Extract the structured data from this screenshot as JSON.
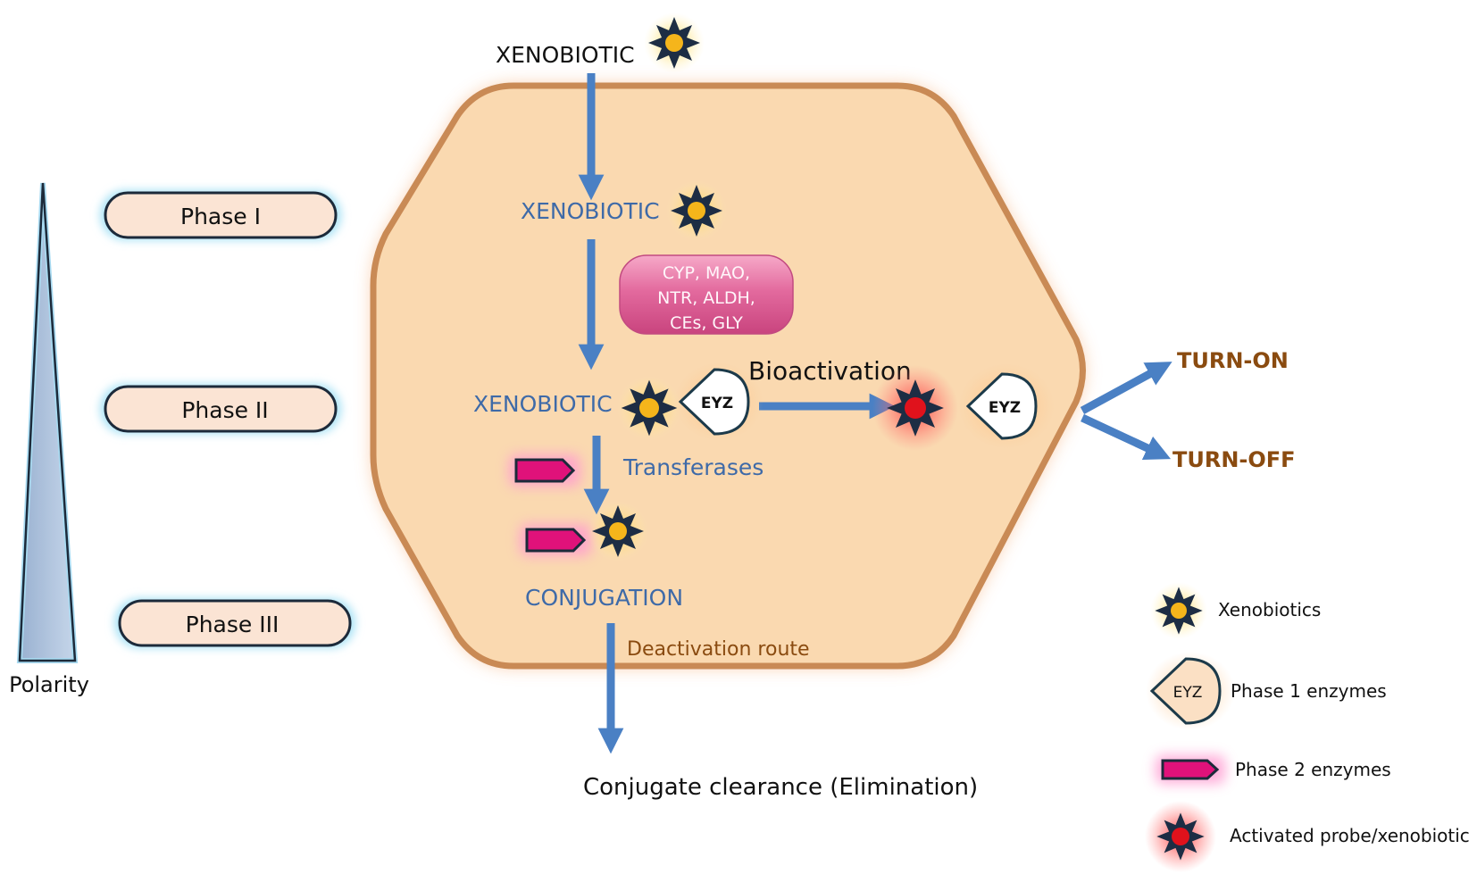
{
  "colors": {
    "cell_fill": "#fad9b0",
    "cell_border": "#c98a55",
    "arrow": "#4a80c4",
    "label_blue": "#3e6aa8",
    "label_brown": "#8a4b10",
    "phase_fill": "#fbe4d4",
    "phase_border": "#1c2a3a",
    "xeno_core": "#f5b51b",
    "star_dark": "#1d2d44",
    "activated_core": "#e0121c",
    "phase2_enzyme": "#e0127a",
    "cyp_box": "#e46aa0"
  },
  "phases": {
    "p1": "Phase I",
    "p2": "Phase II",
    "p3": "Phase III"
  },
  "polarity_label": "Polarity",
  "pathway": {
    "xeno_top": "XENOBIOTIC",
    "xeno_mid": "XENOBIOTIC",
    "xeno_bind": "XENOBIOTIC",
    "enzymes_box": [
      "CYP, MAO,",
      "NTR, ALDH,",
      "CEs, GLY"
    ],
    "enzyme_tag": "EYZ",
    "enzyme_tag_active": "EYZ",
    "bioactivation": "Bioactivation",
    "transferases": "Transferases",
    "conjugation": "CONJUGATION",
    "deactivation": "Deactivation route",
    "clearance": "Conjugate clearance (Elimination)",
    "turn_on": "TURN-ON",
    "turn_off": "TURN-OFF"
  },
  "legend": {
    "xenobiotics": "Xenobiotics",
    "phase1": "Phase 1 enzymes",
    "phase1_tag": "EYZ",
    "phase2": "Phase 2 enzymes",
    "activated": "Activated probe/xenobiotic"
  }
}
